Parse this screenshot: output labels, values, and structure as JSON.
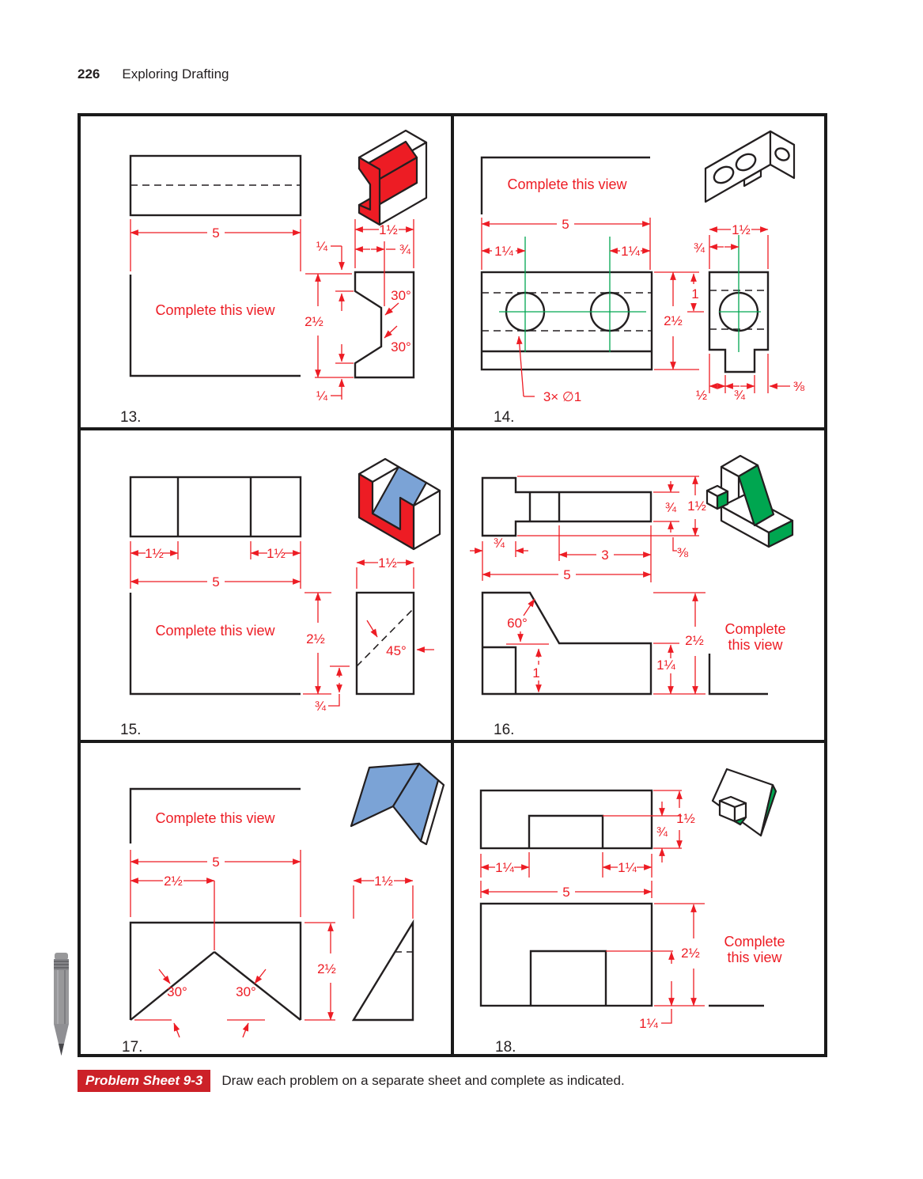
{
  "page": {
    "number": "226",
    "title": "Exploring Drafting"
  },
  "footer": {
    "badge": "Problem Sheet 9-3",
    "instruction": "Draw each problem on a separate sheet and complete as indicated."
  },
  "palette": {
    "dimension_red": "#ed1c24",
    "centerline_green": "#00a650",
    "iso_blue": "#7ba3d6",
    "iso_green": "#00a650",
    "line_black": "#231f20",
    "badge_red": "#cc2128",
    "pencil_gray": "#98989a"
  },
  "problems": [
    {
      "number": "13.",
      "complete_label": "Complete this view",
      "dims": {
        "overall_width": "5",
        "side_width": "1½",
        "web": "¾",
        "flange_top": "¼",
        "height": "2½",
        "flange_bottom": "¼",
        "angle_upper": "30°",
        "angle_lower": "30°"
      }
    },
    {
      "number": "14.",
      "complete_label": "Complete this view",
      "dims": {
        "overall_width": "5",
        "hole_offset_left": "1¼",
        "hole_offset_right": "1¼",
        "height": "2½",
        "hole_depth": "1",
        "holes_note": "3× ∅1",
        "side_width": "1½",
        "side_center": "¾",
        "notch_left": "½",
        "notch_width": "¾",
        "notch_right": "⅜"
      }
    },
    {
      "number": "15.",
      "complete_label": "Complete this view",
      "dims": {
        "segment_left": "1½",
        "segment_right": "1½",
        "overall_width": "5",
        "height": "2½",
        "base_height": "¾",
        "side_width": "1½",
        "angle": "45°"
      }
    },
    {
      "number": "16.",
      "complete_line1": "Complete",
      "complete_line2": "this view",
      "dims": {
        "tab_width": "¾",
        "mid_width": "3",
        "overall_width": "5",
        "strip_depth": "¾",
        "end_height": "1½",
        "offset": "⅜",
        "angle": "60°",
        "step_height": "1",
        "foot_height": "1¼",
        "height": "2½"
      }
    },
    {
      "number": "17.",
      "complete_label": "Complete this view",
      "dims": {
        "overall_width": "5",
        "peak_offset": "2½",
        "angle_left": "30°",
        "angle_right": "30°",
        "height": "2½",
        "side_width": "1½"
      }
    },
    {
      "number": "18.",
      "complete_line1": "Complete",
      "complete_line2": "this view",
      "dims": {
        "notch_depth": "¾",
        "end_height": "1½",
        "offset_left": "1¼",
        "offset_right": "1¼",
        "overall_width": "5",
        "height": "2½",
        "inner_height": "1¼"
      }
    }
  ]
}
